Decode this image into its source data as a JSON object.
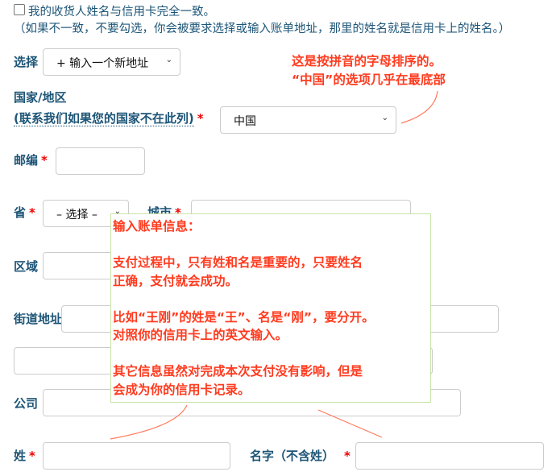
{
  "checkbox": {
    "label": "我的收货人姓名与信用卡完全一致。",
    "hint": "（如果不一致，不要勾选，你会被要求选择或输入账单地址，那里的姓名就是信用卡上的姓名。）"
  },
  "select_address": {
    "label": "选择",
    "value": "+ 输入一个新地址"
  },
  "country": {
    "label": "国家/地区",
    "contact_link": "(联系我们如果您的国家不在此列)",
    "value": "中国"
  },
  "postcode": {
    "label": "邮编",
    "value": ""
  },
  "province": {
    "label": "省",
    "value": "– 选择 –"
  },
  "city": {
    "label": "城市",
    "value": ""
  },
  "district": {
    "label": "区域",
    "value": ""
  },
  "street": {
    "label": "街道地址",
    "value": ""
  },
  "company": {
    "label": "公司",
    "value": ""
  },
  "lastname": {
    "label": "姓",
    "value": ""
  },
  "firstname": {
    "label": "名字（不含姓）",
    "value": ""
  },
  "required_mark": "*",
  "annotation_country": [
    "这是按拼音的字母排序的。",
    "“中国”的选项几乎在最底部"
  ],
  "tooltip": {
    "title": "输入账单信息：",
    "p1": [
      "支付过程中，只有姓和名是重要的，只要姓名",
      "正确，支付就会成功。"
    ],
    "p2": [
      "比如“王刚”的姓是“王”、名是“刚”，要分开。",
      "对照你的信用卡上的英文输入。"
    ],
    "p3": [
      "其它信息虽然对完成本次支付没有影响，但是",
      "会成为你的信用卡记录。"
    ]
  },
  "colors": {
    "label": "#1d5577",
    "annotation": "#ff3b1f",
    "tooltip_border": "#c8e3a8"
  }
}
